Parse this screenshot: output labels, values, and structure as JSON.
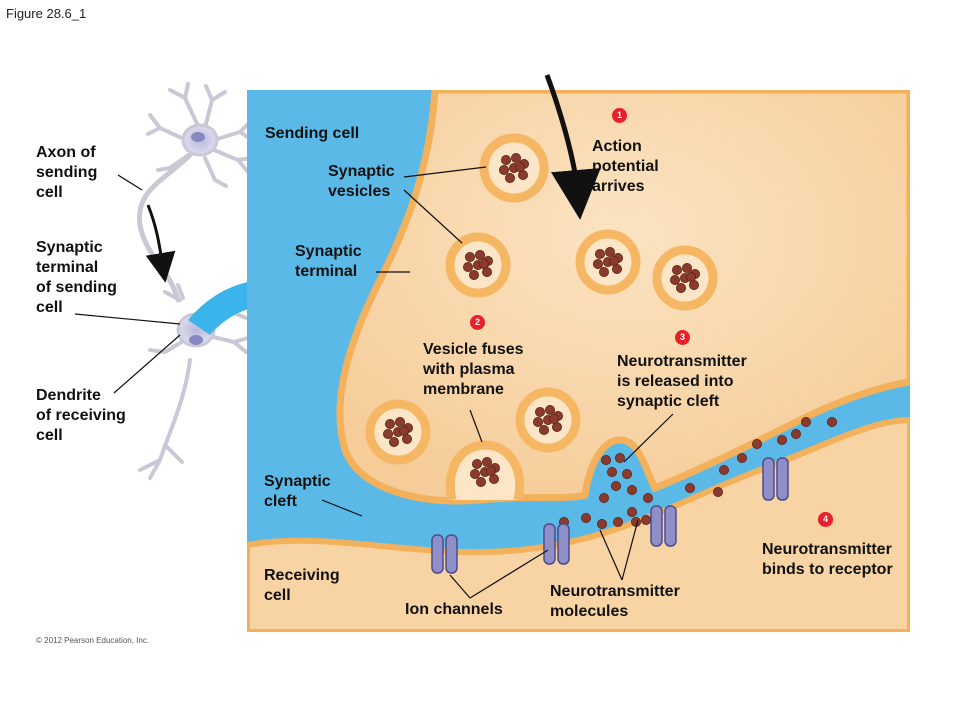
{
  "figure_title": "Figure 28.6_1",
  "copyright": "© 2012 Pearson Education, Inc.",
  "colors": {
    "background_fluid": "#5bb9e8",
    "cell_fill": "#f8d3a4",
    "membrane": "#f2b15a",
    "vesicle_ring": "#f6b765",
    "neurotransmitter": "#8a3b2e",
    "channel": "#8e8ec8",
    "arrow_blue": "#3ab4ea",
    "step_badge": "#e8202a"
  },
  "labels": {
    "axon": [
      "Axon of",
      "sending",
      "cell"
    ],
    "terminal_left": [
      "Synaptic",
      "terminal",
      "of sending",
      "cell"
    ],
    "dendrite": [
      "Dendrite",
      "of receiving",
      "cell"
    ],
    "sending_cell": "Sending cell",
    "synaptic_vesicles": [
      "Synaptic",
      "vesicles"
    ],
    "synaptic_terminal": [
      "Synaptic",
      "terminal"
    ],
    "synaptic_cleft": [
      "Synaptic",
      "cleft"
    ],
    "receiving_cell": [
      "Receiving",
      "cell"
    ],
    "ion_channels": "Ion channels",
    "nt_molecules": [
      "Neurotransmitter",
      "molecules"
    ]
  },
  "steps": [
    {
      "number": "1",
      "text": [
        "Action",
        "potential",
        "arrives"
      ]
    },
    {
      "number": "2",
      "text": [
        "Vesicle fuses",
        "with plasma",
        "membrane"
      ]
    },
    {
      "number": "3",
      "text": [
        "Neurotransmitter",
        "is released into",
        "synaptic cleft"
      ]
    },
    {
      "number": "4",
      "text": [
        "Neurotransmitter",
        "binds to receptor"
      ]
    }
  ]
}
